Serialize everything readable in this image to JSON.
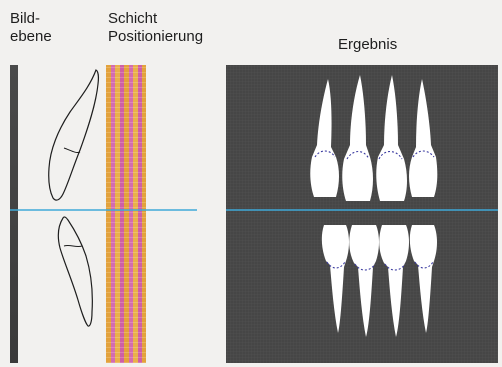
{
  "labels": {
    "image_plane": "Bild-\nebene",
    "layer_positioning": "Schicht\nPositionierung",
    "result": "Ergebnis"
  },
  "colors": {
    "occlusal_line": "#3fa9d8",
    "result_background": "#464646",
    "image_plane": "#3e3e3e",
    "layer_stripe_orange": "#e3a23c",
    "layer_stripe_pink": "#d46cb0",
    "tooth_fill": "#ffffff",
    "cej_dashes": "#3a3aa0"
  },
  "result": {
    "upper_teeth_count": 4,
    "lower_teeth_count": 4
  }
}
